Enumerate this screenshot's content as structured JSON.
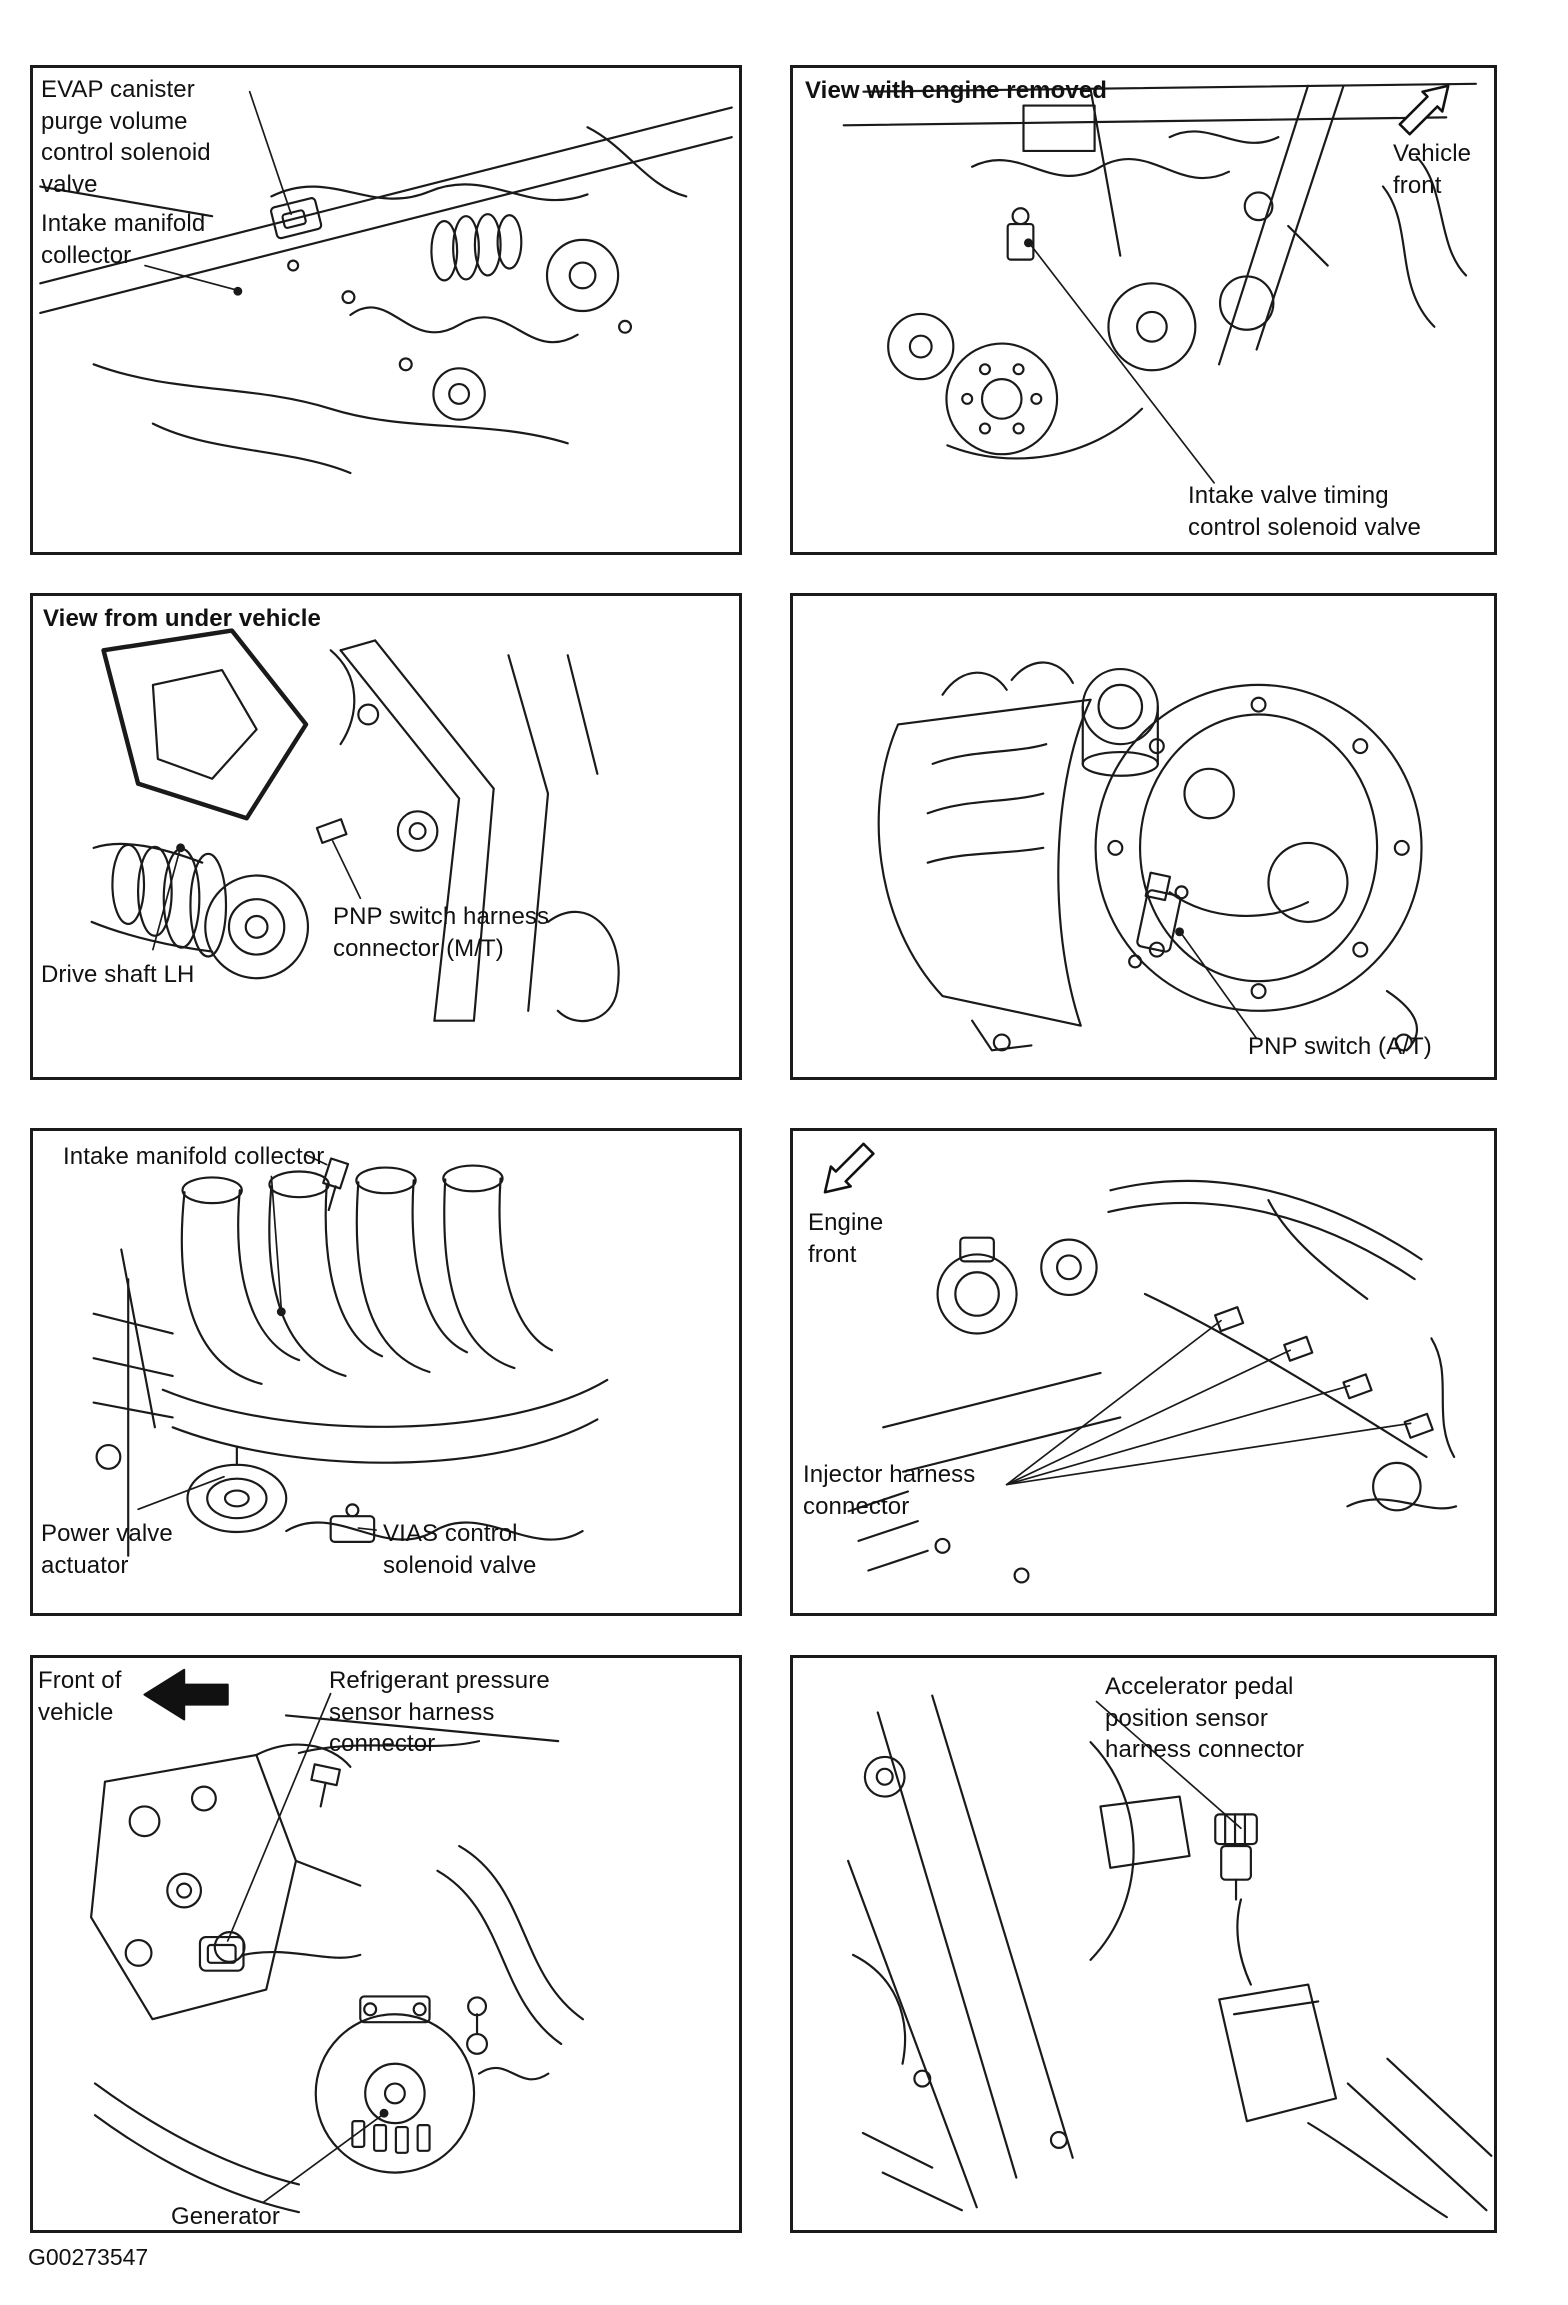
{
  "figure_id": "G00273547",
  "panels": {
    "p1": {
      "labels": {
        "evap": "EVAP canister purge volume control solenoid valve",
        "intake_manifold": "Intake manifold collector"
      }
    },
    "p2": {
      "header": "View with engine removed",
      "labels": {
        "vehicle_front": "Vehicle front",
        "intake_valve_timing": "Intake valve timing control solenoid valve"
      }
    },
    "p3": {
      "header": "View from under vehicle",
      "labels": {
        "pnp_mt": "PNP switch harness connector (M/T)",
        "drive_shaft": "Drive shaft LH"
      }
    },
    "p4": {
      "labels": {
        "pnp_at": "PNP switch (A/T)"
      }
    },
    "p5": {
      "labels": {
        "intake_manifold": "Intake manifold collector",
        "power_valve": "Power valve actuator",
        "vias": "VIAS control solenoid valve"
      }
    },
    "p6": {
      "labels": {
        "engine_front": "Engine front",
        "injector": "Injector harness connector"
      }
    },
    "p7": {
      "labels": {
        "front_of_vehicle": "Front of vehicle",
        "refrigerant": "Refrigerant pressure sensor harness connector",
        "generator": "Generator"
      }
    },
    "p8": {
      "labels": {
        "accelerator": "Accelerator pedal position sensor harness connector"
      }
    }
  }
}
